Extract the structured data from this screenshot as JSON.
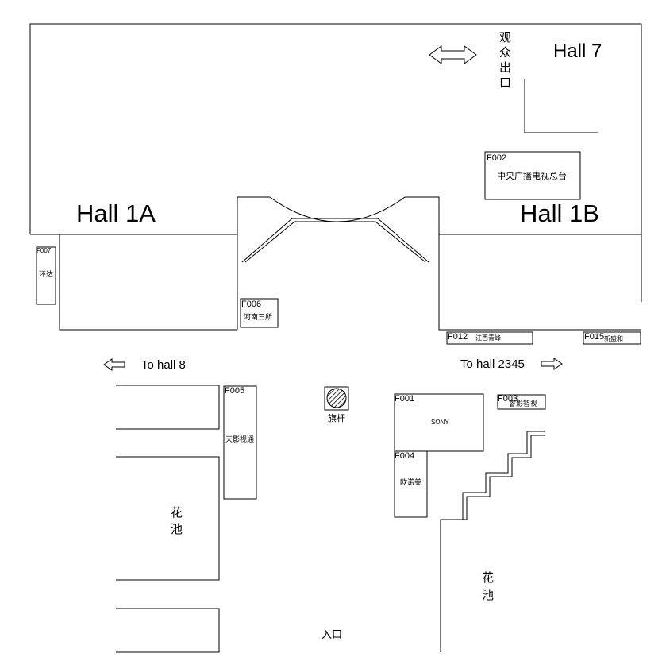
{
  "halls": {
    "hall_7": "Hall 7",
    "hall_1a": "Hall 1A",
    "hall_1b": "Hall 1B"
  },
  "audience_exit": [
    "观",
    "众",
    "出",
    "口"
  ],
  "directions": {
    "to_hall_8": "To hall 8",
    "to_hall_2345": "To hall 2345"
  },
  "booths": [
    {
      "code": "F002",
      "name": "中央广播电视总台"
    },
    {
      "code": "F007",
      "name": "环达"
    },
    {
      "code": "F006",
      "name": "河南三所"
    },
    {
      "code": "F012",
      "name": "江西青峰"
    },
    {
      "code": "F015",
      "name": "新盛和"
    },
    {
      "code": "F005",
      "name": "天影视通"
    },
    {
      "code": "F001",
      "name": "SONY"
    },
    {
      "code": "F003",
      "name": "睿影智视"
    },
    {
      "code": "F004",
      "name": "欧诺美"
    }
  ],
  "flagpole": "旗杆",
  "flower_bed": [
    "花",
    "池"
  ],
  "entrance": "入口",
  "icons": {
    "exit_arrow": "double-arrow-icon",
    "left_arrow": "left-arrow-icon",
    "right_arrow": "right-arrow-icon",
    "flagpole": "flagpole-icon"
  }
}
